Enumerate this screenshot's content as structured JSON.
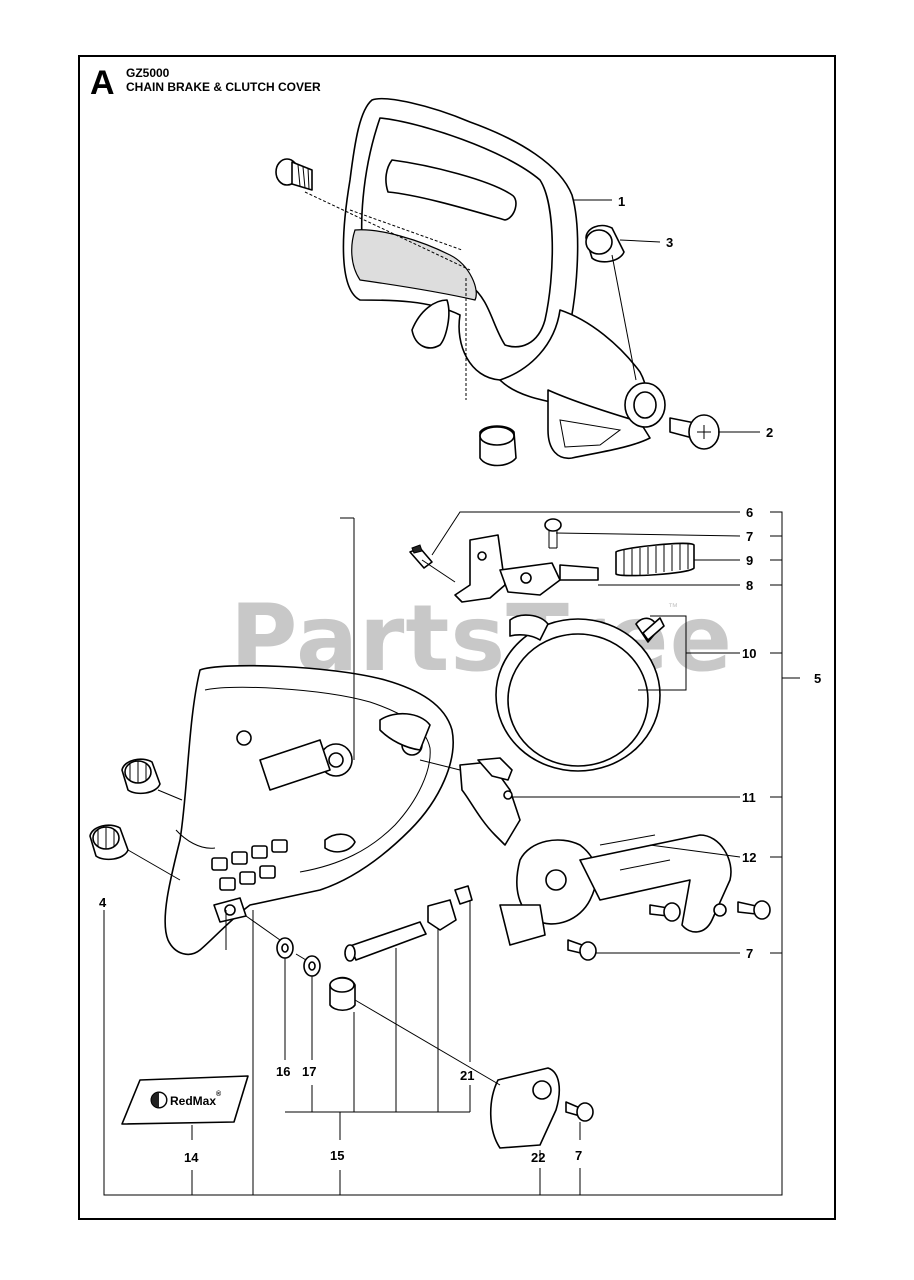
{
  "header": {
    "section_letter": "A",
    "model": "GZ5000",
    "title": "CHAIN BRAKE & CLUTCH COVER"
  },
  "watermark": {
    "text": "PartsTree",
    "trademark": "™"
  },
  "callouts": [
    {
      "id": "c1",
      "text": "1"
    },
    {
      "id": "c3",
      "text": "3"
    },
    {
      "id": "c2",
      "text": "2"
    },
    {
      "id": "c6",
      "text": "6"
    },
    {
      "id": "c7a",
      "text": "7"
    },
    {
      "id": "c9",
      "text": "9"
    },
    {
      "id": "c8",
      "text": "8"
    },
    {
      "id": "c10",
      "text": "10"
    },
    {
      "id": "c5",
      "text": "5"
    },
    {
      "id": "c11",
      "text": "11"
    },
    {
      "id": "c12",
      "text": "12"
    },
    {
      "id": "c4",
      "text": "4"
    },
    {
      "id": "c7b",
      "text": "7"
    },
    {
      "id": "c16",
      "text": "16"
    },
    {
      "id": "c17",
      "text": "17"
    },
    {
      "id": "c21",
      "text": "21"
    },
    {
      "id": "c14",
      "text": "14"
    },
    {
      "id": "c15",
      "text": "15"
    },
    {
      "id": "c22",
      "text": "22"
    },
    {
      "id": "c7c",
      "text": "7"
    }
  ],
  "decal": {
    "brand": "RedMax",
    "mark": "®"
  },
  "colors": {
    "ink": "#000000",
    "paper": "#ffffff",
    "watermark": "#c8c8c8"
  }
}
